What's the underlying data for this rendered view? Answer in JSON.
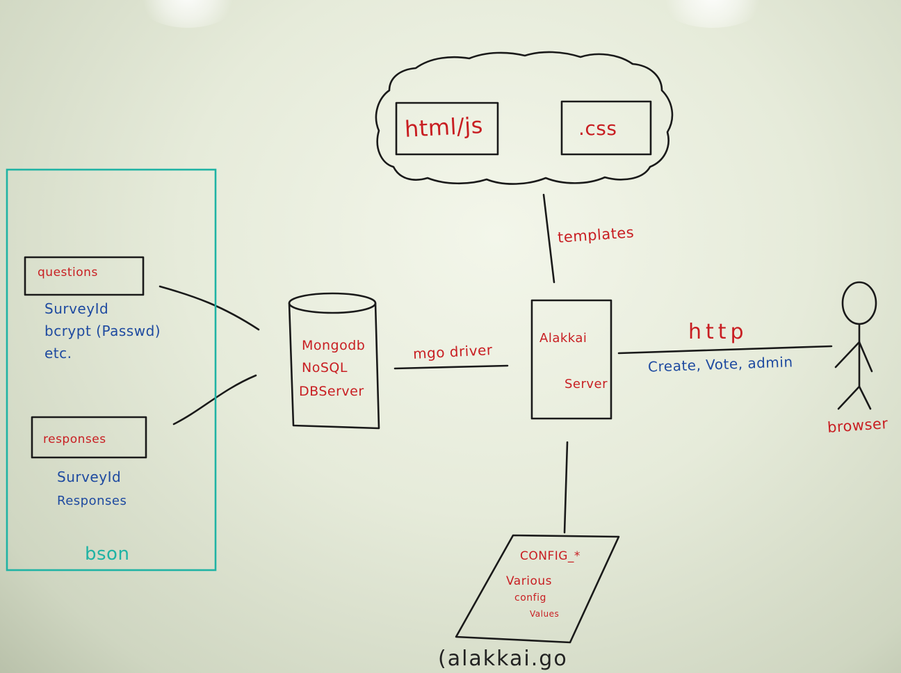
{
  "templates_group": {
    "html_js": "html/js",
    "css": ".css",
    "edge_label": "templates"
  },
  "bson_container": {
    "label": "bson",
    "questions": {
      "title": "questions",
      "fields": [
        "SurveyId",
        "bcrypt (Passwd)",
        "etc."
      ]
    },
    "responses": {
      "title": "responses",
      "fields": [
        "SurveyId",
        "Responses"
      ]
    }
  },
  "database": {
    "lines": [
      "Mongodb",
      "NoSQL",
      "DBServer"
    ]
  },
  "db_link": "mgo driver",
  "server": {
    "name": "Alakkai",
    "suffix": "Server"
  },
  "http_link": {
    "protocol": "http",
    "operations": "Create, Vote, admin"
  },
  "actor": {
    "label": "browser"
  },
  "config": {
    "title": "CONFIG_*",
    "body": [
      "Various",
      "config",
      "Values"
    ],
    "file": "(alakkai.go"
  },
  "colors": {
    "marker_red": "#c81e22",
    "marker_blue": "#1e4aa0",
    "marker_teal": "#1fb3a4",
    "marker_black": "#1a1a1a"
  }
}
